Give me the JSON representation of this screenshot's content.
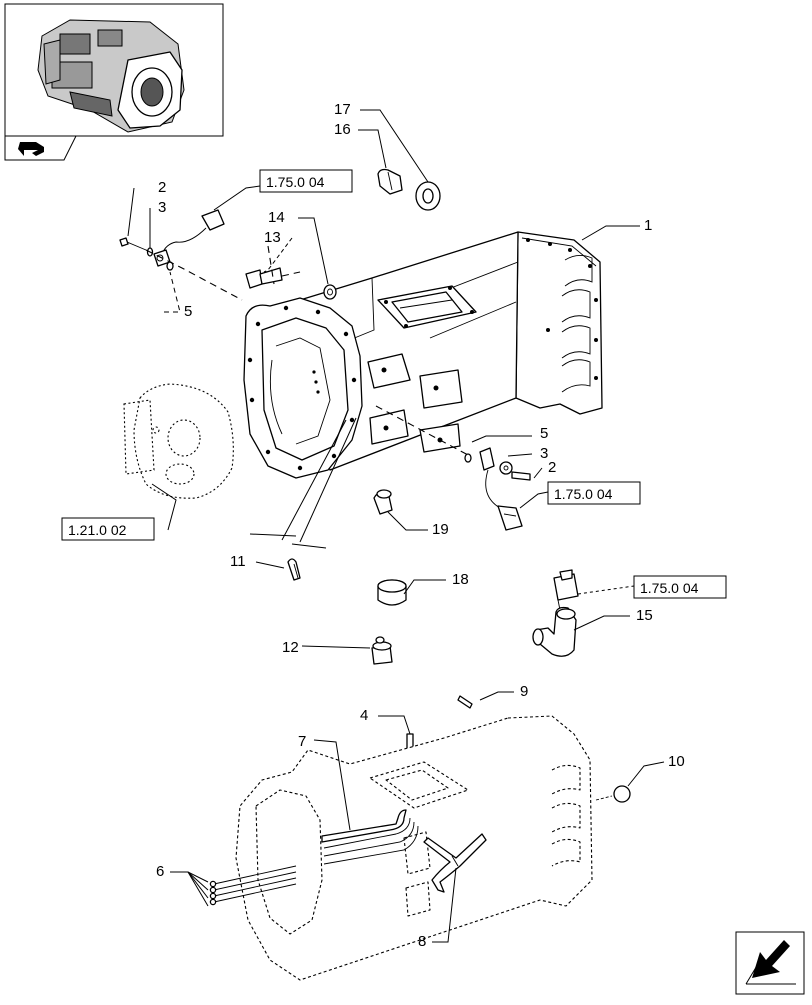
{
  "callouts": [
    {
      "id": "c1",
      "text": "1"
    },
    {
      "id": "c2a",
      "text": "2"
    },
    {
      "id": "c3a",
      "text": "3"
    },
    {
      "id": "c5a",
      "text": "5"
    },
    {
      "id": "c13",
      "text": "13"
    },
    {
      "id": "c14",
      "text": "14"
    },
    {
      "id": "c16",
      "text": "16"
    },
    {
      "id": "c17",
      "text": "17"
    },
    {
      "id": "c5b",
      "text": "5"
    },
    {
      "id": "c3b",
      "text": "3"
    },
    {
      "id": "c2b",
      "text": "2"
    },
    {
      "id": "c19",
      "text": "19"
    },
    {
      "id": "c11",
      "text": "11"
    },
    {
      "id": "c18",
      "text": "18"
    },
    {
      "id": "c15",
      "text": "15"
    },
    {
      "id": "c12",
      "text": "12"
    },
    {
      "id": "c9",
      "text": "9"
    },
    {
      "id": "c4",
      "text": "4"
    },
    {
      "id": "c7",
      "text": "7"
    },
    {
      "id": "c10",
      "text": "10"
    },
    {
      "id": "c6",
      "text": "6"
    },
    {
      "id": "c8",
      "text": "8"
    }
  ],
  "references": [
    {
      "id": "r1",
      "text": "1.75.0 04"
    },
    {
      "id": "r2",
      "text": "1.75.0 04"
    },
    {
      "id": "r3",
      "text": "1.75.0 04"
    },
    {
      "id": "r4",
      "text": "1.21.0 02"
    }
  ],
  "icons": {
    "thumbnail": "transmission-thumbnail-icon",
    "navigation": "arrow-return-icon",
    "corner": "exit-arrow-icon"
  }
}
